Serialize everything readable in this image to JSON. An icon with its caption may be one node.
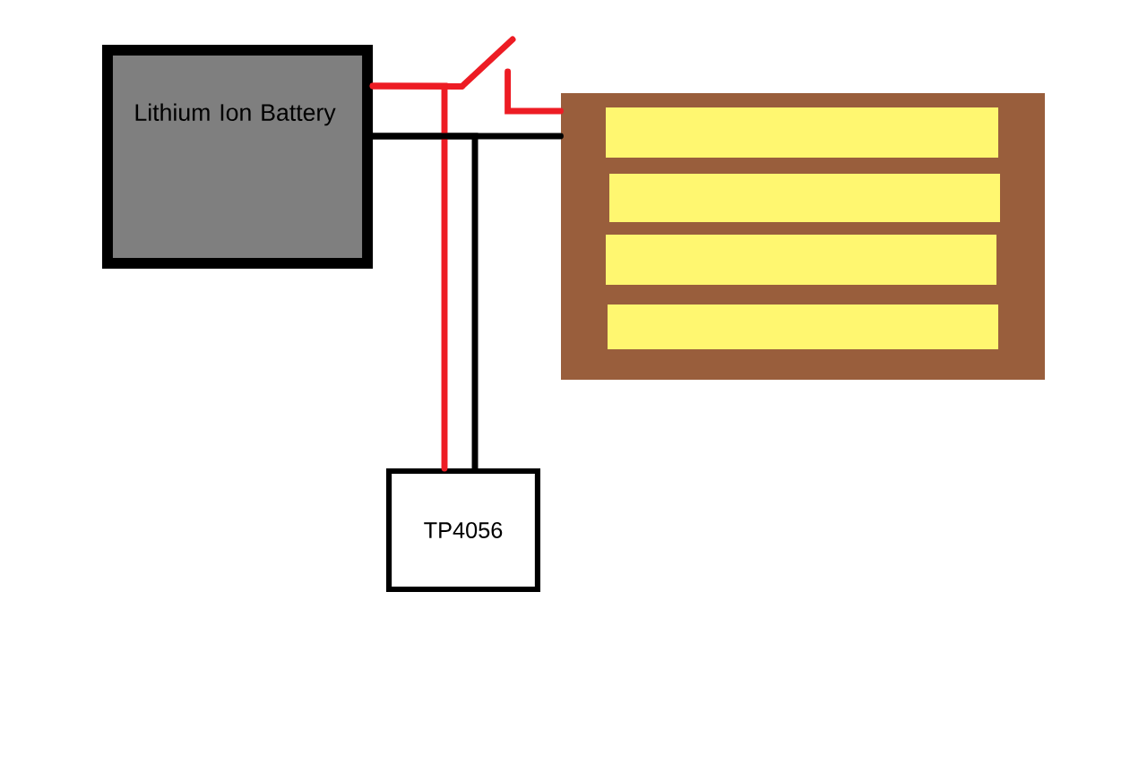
{
  "diagram": {
    "nodes": [
      {
        "text": [
          "Lithium Ion Battery"
        ]
      },
      {
        "text": [],
        "shape": "box"
      },
      {
        "text": [
          "TP4056"
        ]
      },
      {
        "text": [],
        "shape": "switch"
      }
    ],
    "edges": [
      {
        "from": 0,
        "to": 3,
        "arrow": "none",
        "color": "#ed1c24"
      },
      {
        "from": 3,
        "to": 1,
        "arrow": "none",
        "color": "#ed1c24"
      },
      {
        "from": 0,
        "to": 1,
        "arrow": "none",
        "color": "#000000"
      },
      {
        "from": 0,
        "to": 2,
        "arrow": "none",
        "color": "#ed1c24"
      },
      {
        "from": 0,
        "to": 2,
        "arrow": "none",
        "color": "#000000"
      }
    ]
  }
}
